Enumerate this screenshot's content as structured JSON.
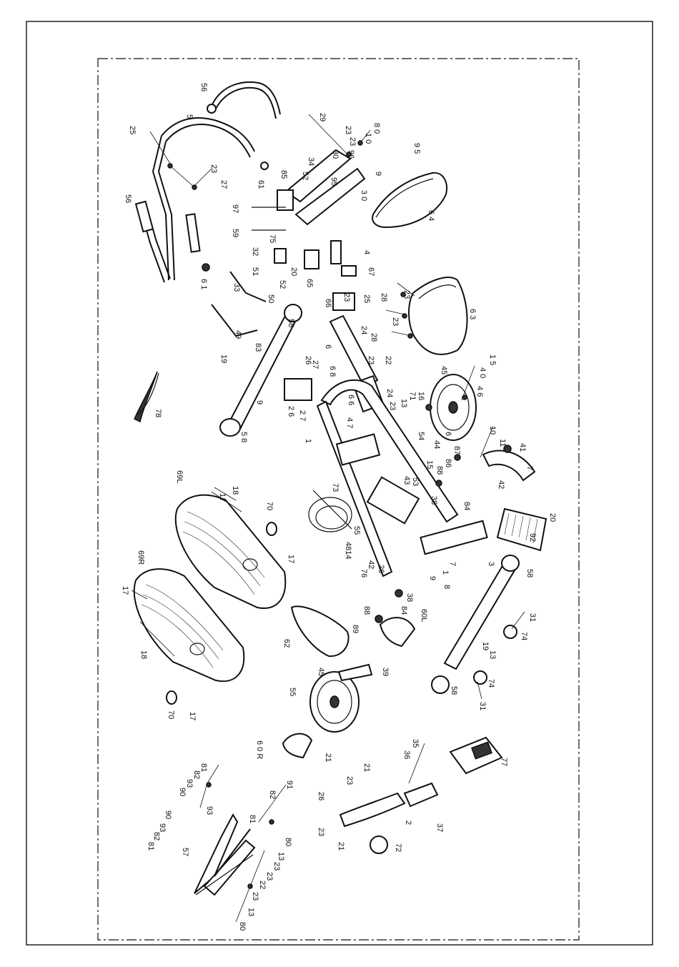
{
  "callouts": {
    "c29": "29",
    "c8_0": "8 0",
    "c23a": "23",
    "c1_0": "1 0",
    "c9_5": "9 5",
    "c23b": "23",
    "c30": "30",
    "c96": "96",
    "c34": "34",
    "c52a": "52",
    "c95": "95",
    "c3_0": "3 0",
    "c9": "9",
    "c6_4": "6 4",
    "c4": "4",
    "c67": "67",
    "c85": "85",
    "c97": "97",
    "c59": "59",
    "c75": "75",
    "c32": "32",
    "c51": "51",
    "c20": "20",
    "c65": "65",
    "c52b": "52",
    "c50": "50",
    "c33": "33",
    "c66": "66",
    "c49": "49",
    "c58a": "58",
    "c83": "83",
    "c19a": "19",
    "c26a": "26",
    "c27a": "27",
    "c9b": "9",
    "c2_6": "2 6",
    "c2_7": "2 7",
    "c5_8a": "5 8",
    "c78": "78",
    "c56a": "56",
    "c5": "5",
    "c25a": "25",
    "c23c": "23",
    "c27b": "27",
    "c61a": "61",
    "c56b": "56",
    "c6_1": "6 1",
    "c63": "6 3",
    "c28a": "28",
    "c23d": "23",
    "c25b": "25",
    "c24a": "24",
    "c28b": "28",
    "c23e": "23",
    "c23f": "23",
    "c22": "22",
    "c24b": "24",
    "c6": "6",
    "c68": "6 8",
    "c66b": "6 6",
    "c47": "4 7",
    "c1": "1",
    "c45a": "45",
    "c15": "1 5",
    "c40": "4 0",
    "c46": "4 6",
    "c16": "16",
    "c71": "71",
    "c13a": "13",
    "c23g": "23",
    "c54": "54",
    "c44": "44",
    "c64b": "6",
    "c10": "10",
    "c11": "11",
    "c41": "41",
    "c7": "7",
    "c42": "42",
    "c87": "87",
    "c86": "86",
    "c88": "88",
    "c84a": "84",
    "c38a": "38",
    "c53": "53",
    "c15b": "15",
    "c43": "43",
    "c73": "73",
    "c55a": "55",
    "c4814": "4814",
    "c42b": "42",
    "c76": "76",
    "c26b": "26",
    "c7b": "7",
    "c9c": "9",
    "c1b": "1",
    "c8": "8",
    "c20b": "20",
    "c92": "92",
    "c58b": "58",
    "c3": "3",
    "c31a": "31",
    "c74a": "74",
    "c19b": "19",
    "c13b": "13",
    "c74b": "74",
    "c31b": "31",
    "c58c": "58",
    "c69l": "69L",
    "c18a": "18",
    "c17a": "17",
    "c70a": "70",
    "c17b": "17",
    "c69r": "69R",
    "c17c": "17",
    "c18b": "18",
    "c70b": "70",
    "c17d": "17",
    "c62": "62",
    "c38b": "38",
    "c84b": "84",
    "c88b": "88",
    "c89": "89",
    "c60l": "60L",
    "c45b": "45",
    "c39": "39",
    "c55b": "55",
    "c60r": "6 0 R",
    "c77": "77",
    "c35": "35",
    "c36": "36",
    "c21a": "21",
    "c21b": "21",
    "c23h": "23",
    "c26c": "26",
    "c2": "2",
    "c37": "37",
    "c23i": "23",
    "c21c": "21",
    "c72": "72",
    "c81a": "81",
    "c82a": "82",
    "c93a": "93",
    "c90a": "90",
    "c93b": "93",
    "c91": "91",
    "c82b": "82",
    "c81b": "81",
    "c90b": "90",
    "c93c": "93",
    "c82c": "82",
    "c81c": "81",
    "c57": "57",
    "c80a": "80",
    "c13c": "13",
    "c23j": "23",
    "c23k": "23",
    "c22b": "22",
    "c23l": "23",
    "c13d": "13",
    "c80b": "80"
  }
}
